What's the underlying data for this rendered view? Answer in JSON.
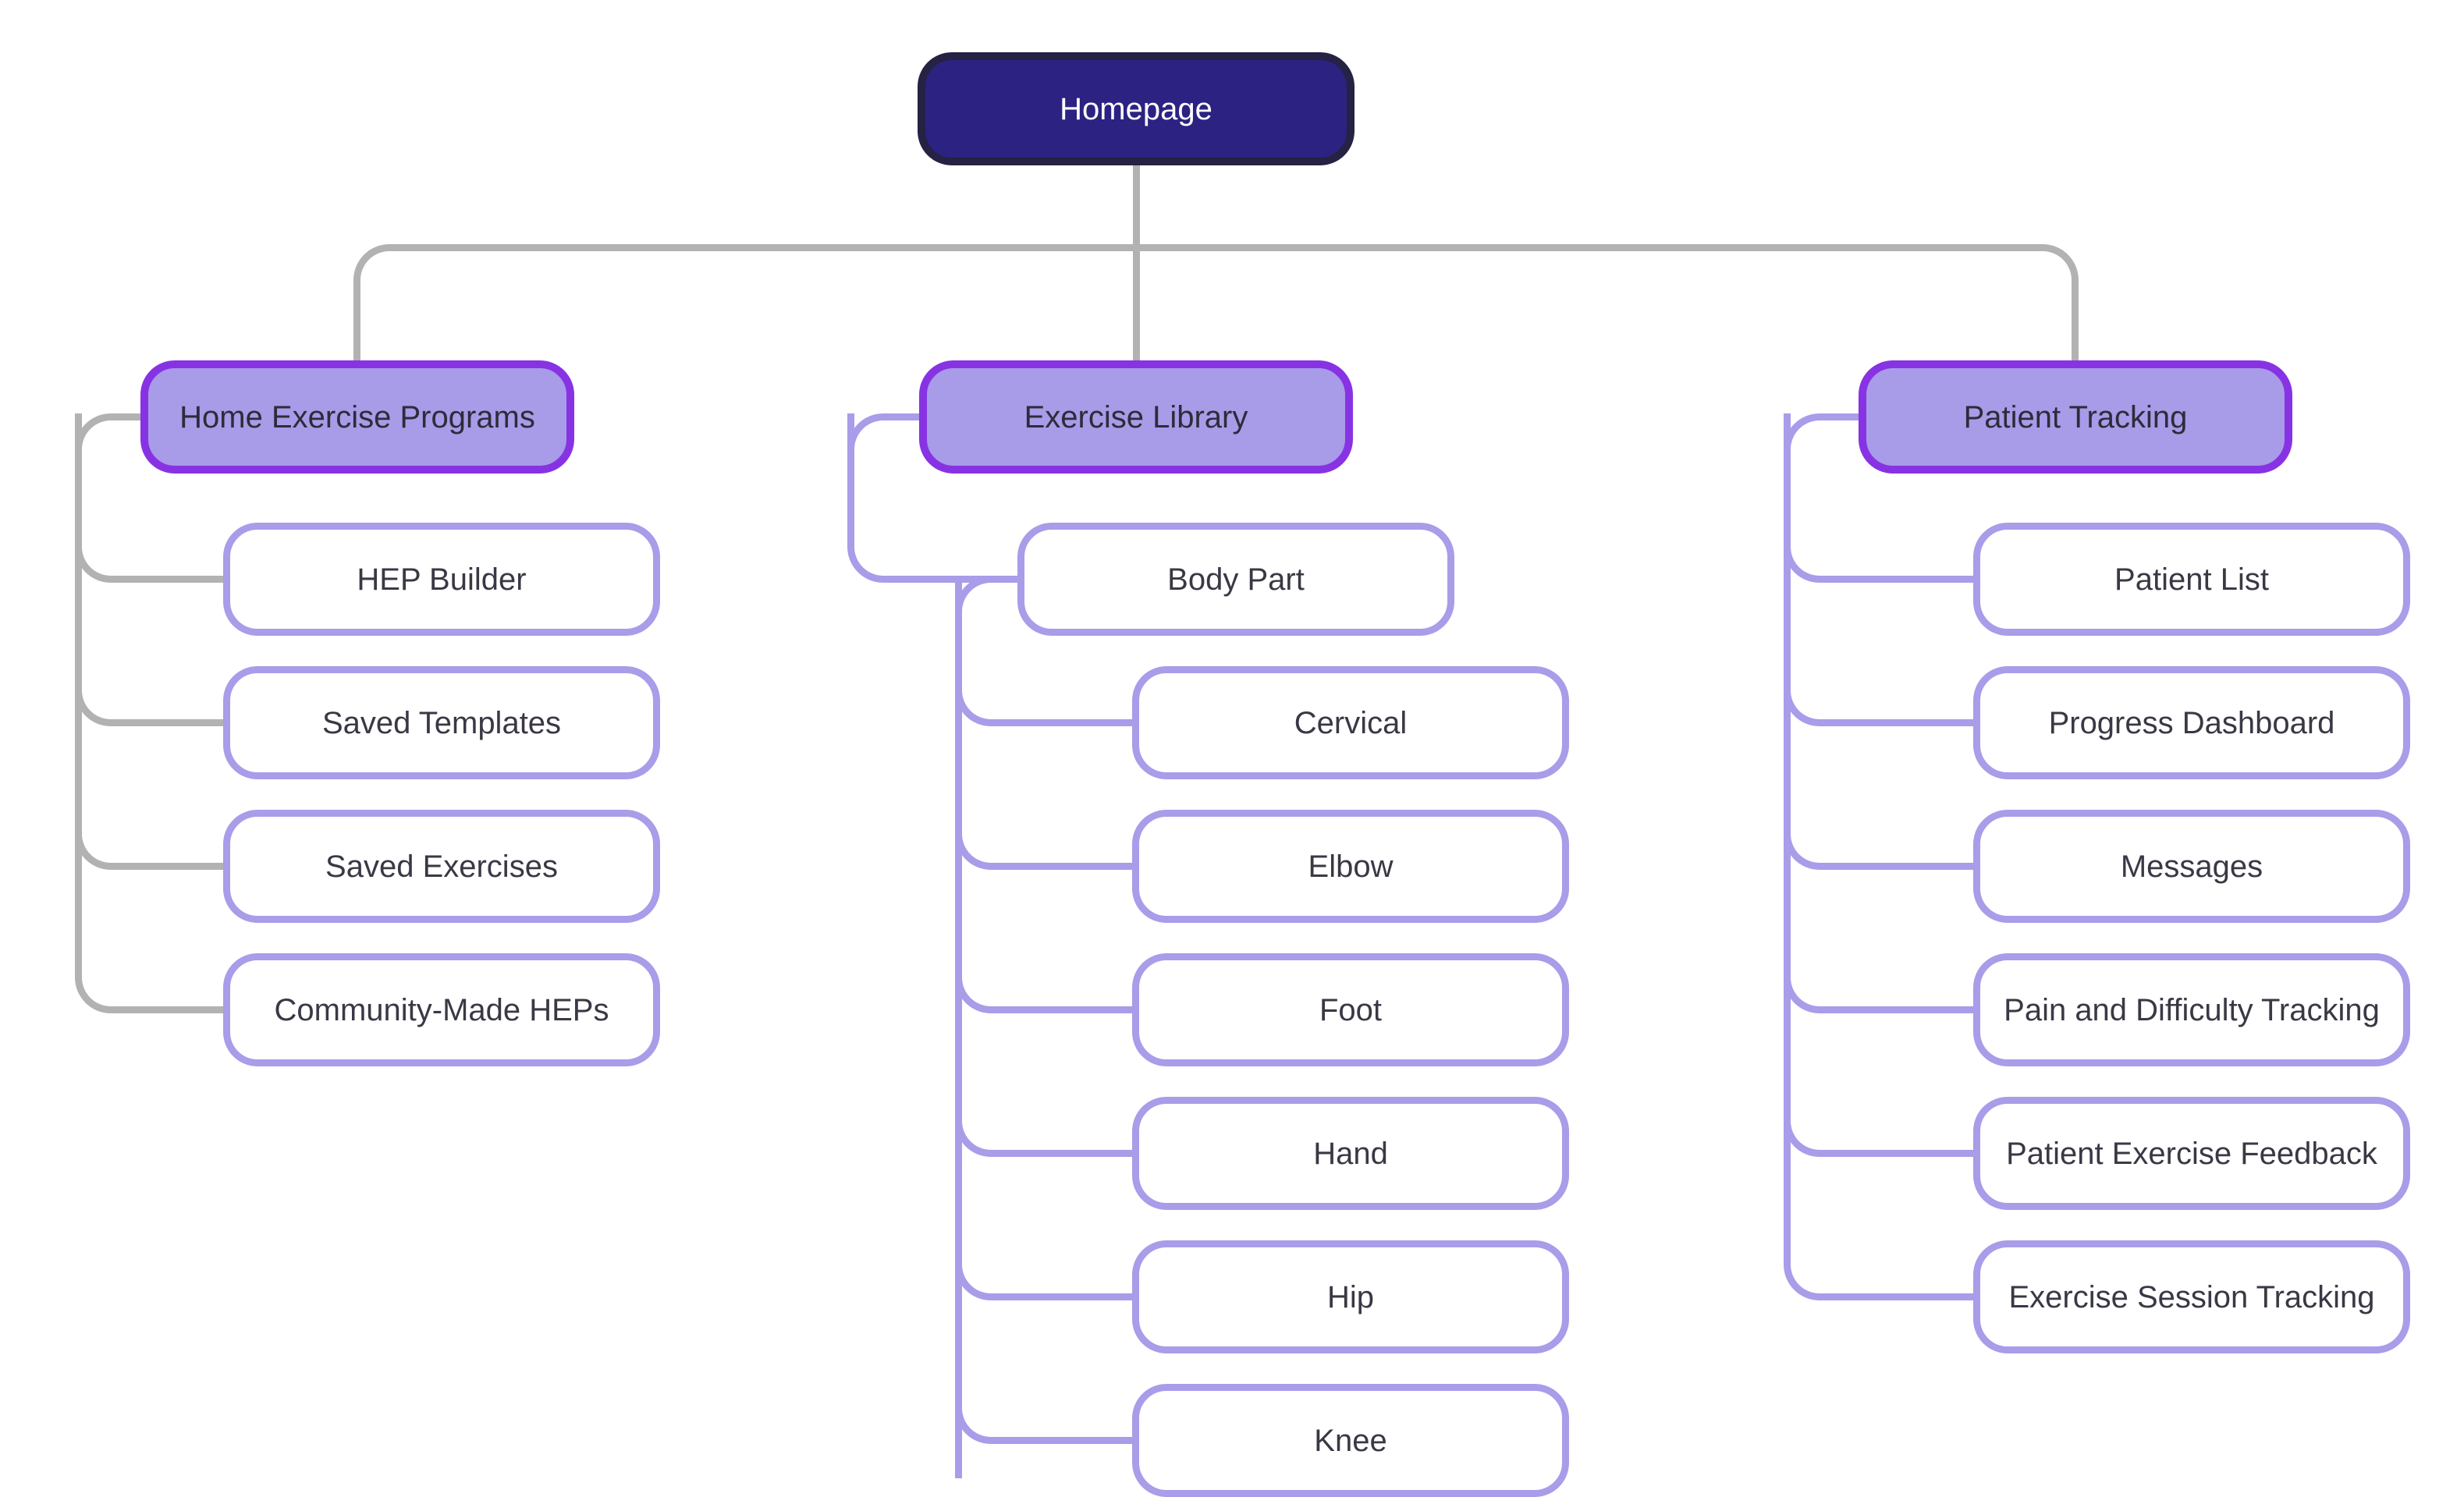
{
  "diagram_type": "sitemap-tree",
  "palette": {
    "background": "#ffffff",
    "root_fill": "#2b2282",
    "root_border": "#252243",
    "root_text": "#ffffff",
    "section_fill": "#a89be8",
    "section_border": "#8733e3",
    "section_text": "#2f2b3a",
    "child_fill": "#ffffff",
    "child_border": "#a99ce9",
    "child_text": "#3b3845",
    "connector_gray": "#b2b2b2",
    "connector_purple": "#a99ce9"
  },
  "root": {
    "label": "Homepage"
  },
  "sections": [
    {
      "label": "Home Exercise Programs",
      "connector_color": "gray",
      "children": [
        "HEP Builder",
        "Saved Templates",
        "Saved Exercises",
        "Community-Made HEPs"
      ]
    },
    {
      "label": "Exercise Library",
      "connector_color": "purple",
      "children": [
        {
          "label": "Body Part",
          "children": [
            "Cervical",
            "Elbow",
            "Foot",
            "Hand",
            "Hip",
            "Knee"
          ]
        }
      ]
    },
    {
      "label": "Patient Tracking",
      "connector_color": "purple",
      "children": [
        "Patient List",
        "Progress Dashboard",
        "Messages",
        "Pain and Difficulty Tracking",
        "Patient Exercise Feedback",
        "Exercise Session Tracking"
      ]
    }
  ]
}
